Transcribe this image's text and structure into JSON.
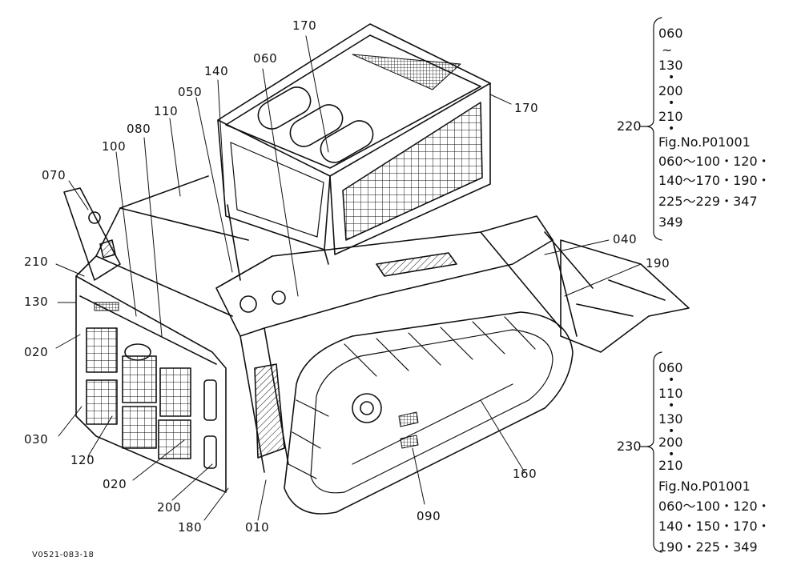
{
  "callouts": [
    "170",
    "170",
    "140",
    "060",
    "050",
    "110",
    "080",
    "100",
    "070",
    "210",
    "130",
    "020",
    "030",
    "120",
    "020",
    "200",
    "180",
    "010",
    "090",
    "160",
    "040",
    "190"
  ],
  "ref220": {
    "label": "220",
    "lines": [
      "060",
      "~",
      "130",
      "200",
      "210",
      "Fig.No.P01001",
      "060～100・120・",
      "140～170・190・",
      "225～229・347",
      "349"
    ]
  },
  "ref230": {
    "label": "230",
    "lines": [
      "060",
      "110",
      "130",
      "200",
      "210",
      "Fig.No.P01001",
      "060～100・120・",
      "140・150・170・",
      "190・225・349"
    ]
  },
  "drawing_code": "V0521-083-18"
}
